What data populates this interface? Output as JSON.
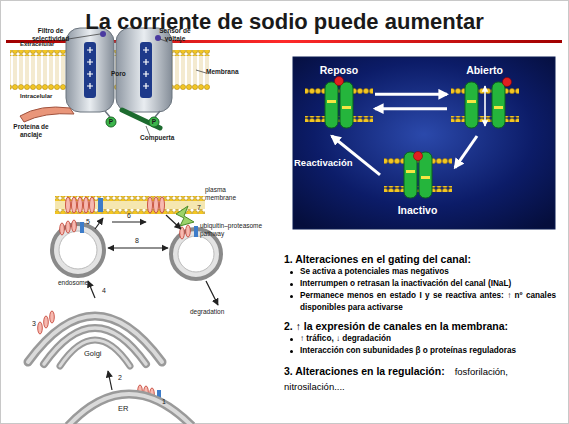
{
  "diagram": {
    "title": "La corriente de sodio puede aumentar",
    "nodes": [
      {
        "text": [
          "Reposo"
        ]
      },
      {
        "text": [
          "Abierto"
        ]
      },
      {
        "text": [
          "Inactivo"
        ]
      }
    ],
    "edges": [
      {
        "from": 0,
        "to": 1,
        "arrow": "to"
      },
      {
        "from": 1,
        "to": 0,
        "arrow": "to"
      },
      {
        "from": 1,
        "to": 2,
        "arrow": "to"
      },
      {
        "from": 2,
        "to": 0,
        "label": "Reactivación",
        "arrow": "to"
      }
    ],
    "labels": [
      "Filtro de selectividad",
      "Sensor de voltaje",
      "Extracelular",
      "Poro",
      "Membrana",
      "Intracelular",
      "P",
      "P",
      "Proteína de anclaje",
      "Compuerta",
      "plasma membrane",
      "6",
      "7",
      "ubiquitin–proteasome pathway",
      "5",
      "8",
      "endosome",
      "4",
      "degradation",
      "3",
      "Golgi",
      "2",
      "ER",
      "1",
      "1. Alteraciones en el gating del canal:",
      "Se activa a potenciales mas negativos",
      "Interrumpen o retrasan la inactivación del canal (INaL)",
      "Permanece menos en estado I y se reactiva antes: ↑ nº canales disponibles para activarse",
      "2. ↑ la expresión de canales en la membrana:",
      "↑ tráfico, ↓ degradación",
      "Interacción con subunidades β o proteínas reguladoras",
      "3. Alteraciones en la regulación:",
      "fosforilación, nitrosilación...."
    ]
  }
}
